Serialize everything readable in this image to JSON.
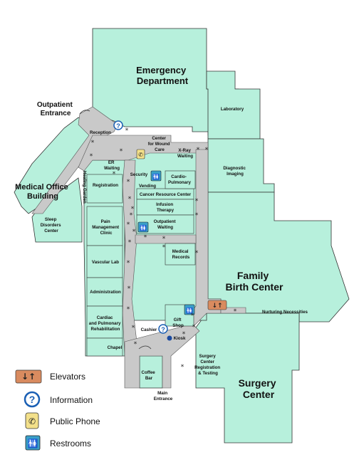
{
  "areas": {
    "emergency": [
      "Emergency",
      "Department"
    ],
    "outpatient_entrance": [
      "Outpatient",
      "Entrance"
    ],
    "laboratory": "Laboratory",
    "reception": "Reception",
    "wound_care": [
      "Center",
      "for Wound",
      "Care"
    ],
    "xray": [
      "X-Ray",
      "Waiting"
    ],
    "diagnostic": [
      "Diagnostic",
      "Imaging"
    ],
    "er_waiting": [
      "ER",
      "Waiting"
    ],
    "security": "Security",
    "cardio": [
      "Cardio-",
      "Pulmonary"
    ],
    "medical_office": [
      "Medical Office",
      "Building"
    ],
    "healing_garden": "Healing Garden",
    "registration": "Registration",
    "vending": "Vending",
    "cancer": "Cancer Resource Center",
    "infusion": [
      "Infusion",
      "Therapy"
    ],
    "sleep": [
      "Sleep",
      "Disorders",
      "Center"
    ],
    "pain": [
      "Pain",
      "Management",
      "Clinic"
    ],
    "outpatient_waiting": [
      "Outpatient",
      "Waiting"
    ],
    "medical_records": [
      "Medical",
      "Records"
    ],
    "vascular": "Vascular Lab",
    "family_birth": [
      "Family",
      "Birth Center"
    ],
    "administration": "Administration",
    "nurturing": "Nurturing Necessities",
    "cardiac_rehab": [
      "Cardiac",
      "and Pulmonary",
      "Rehabilitation"
    ],
    "gift_shop": [
      "Gift",
      "Shop"
    ],
    "cashier": "Cashier",
    "kiosk": "Kiosk",
    "chapel": "Chapel",
    "surgery_registration": [
      "Surgery",
      "Center",
      "Registration",
      "& Testing"
    ],
    "coffee_bar": [
      "Coffee",
      "Bar"
    ],
    "main_entrance": [
      "Main",
      "Entrance"
    ],
    "surgery_center": [
      "Surgery",
      "Center"
    ]
  },
  "legend": [
    {
      "label": "Elevators",
      "icon": "elevator-icon"
    },
    {
      "label": "Information",
      "icon": "information-icon"
    },
    {
      "label": "Public Phone",
      "icon": "phone-icon"
    },
    {
      "label": "Restrooms",
      "icon": "restroom-icon"
    }
  ],
  "icon_glyphs": {
    "elevator": "↓↑",
    "information": "?",
    "phone": "✆",
    "restroom": "🚻"
  },
  "colors": {
    "wing": "#b7f0dc",
    "hallway": "#c9c9c9",
    "elevator": "#d98b5f",
    "information": "#1a5fb4",
    "phone": "#f3e08a",
    "restroom": "#3aa0c8"
  }
}
